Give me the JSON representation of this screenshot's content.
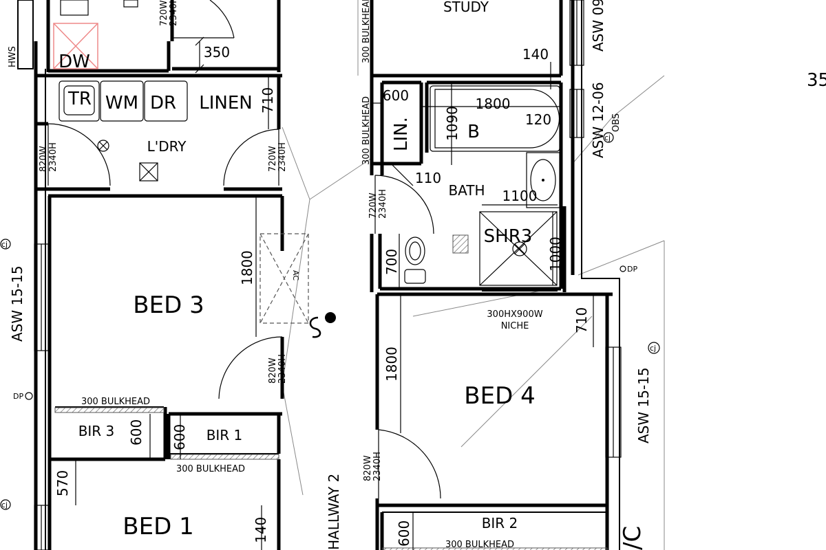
{
  "rooms": {
    "study": "STUDY",
    "laundry": "L'DRY",
    "bath": "BATH",
    "bed3": "BED 3",
    "bed4": "BED 4",
    "bed1": "BED 1",
    "bir1": "BIR 1",
    "bir2": "BIR 2",
    "bir3": "BIR 3",
    "hallway": "HALLWAY 2",
    "linen": "LINEN",
    "lin": "LIN."
  },
  "fixtures": {
    "dw": "DW",
    "tr": "TR",
    "wm": "WM",
    "dr": "DR",
    "bath_tub": "B",
    "shower": "SHR3",
    "hws": "HWS",
    "ac": "AC",
    "obs": "OBS",
    "dp": "DP",
    "cj": "cj",
    "niche_size": "300HX900W",
    "niche": "NICHE"
  },
  "windows": {
    "asw_top": "ASW 09",
    "asw_1206": "ASW 12-06",
    "asw_left": "ASW 15-15",
    "asw_right": "ASW 15-15"
  },
  "bulkheads": {
    "study_side": "300 BULKHEAD",
    "lin_side": "300 BULKHEAD",
    "bir3": "300 BULKHEAD",
    "bir1": "300 BULKHEAD",
    "bir2": "300 BULKHEAD"
  },
  "doors": {
    "top": {
      "w": "720W",
      "h": "2340H"
    },
    "laundry_left": {
      "w": "820W",
      "h": "2340H"
    },
    "laundry_right": {
      "w": "720W",
      "h": "2340H"
    },
    "bath": {
      "w": "720W",
      "h": "2340H"
    },
    "bed3": {
      "w": "820W",
      "h": "2340H"
    },
    "bed4": {
      "w": "820W",
      "h": "2340H"
    }
  },
  "dimensions": {
    "d350": "350",
    "d140_top": "140",
    "d710_linen": "710",
    "d600_lin": "600",
    "d1800_bath": "1800",
    "d1090": "1090",
    "d120": "120",
    "d110": "110",
    "d1100": "1100",
    "d1800_bed3": "1800",
    "d700": "700",
    "d1000": "1000",
    "d710_bed4": "710",
    "d1800_bed4": "1800",
    "d600_bir3": "600",
    "d600_bir1": "600",
    "d570": "570",
    "d140_bot": "140",
    "d600_bir2": "600"
  },
  "edge_fragments": {
    "right_number": "35",
    "corner": "/C"
  }
}
